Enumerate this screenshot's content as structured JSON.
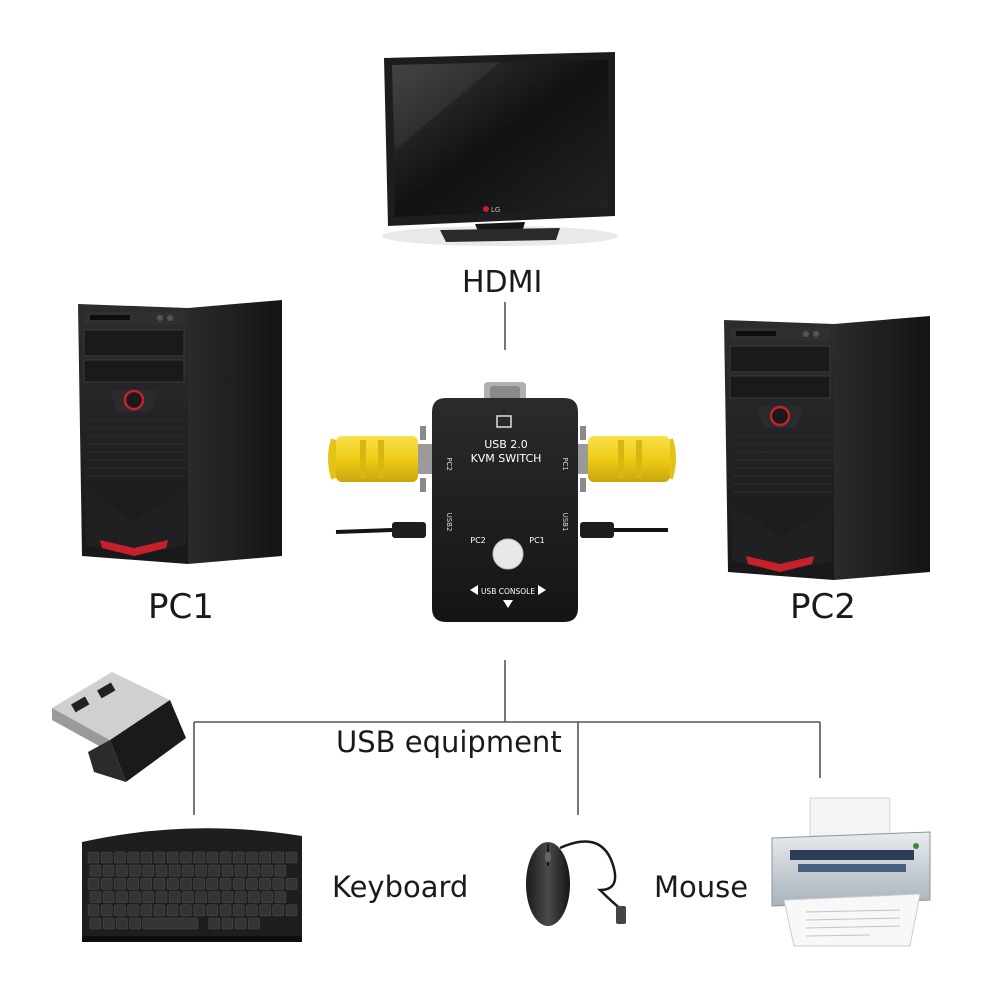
{
  "labels": {
    "hdmi": "HDMI",
    "pc1": "PC1",
    "pc2": "PC2",
    "usb_equipment": "USB equipment",
    "keyboard": "Keyboard",
    "mouse": "Mouse"
  },
  "kvm_switch": {
    "title_line1": "USB 2.0",
    "title_line2": "KVM SWITCH",
    "port_pc2": "PC2",
    "port_pc1": "PC1",
    "usb_console": "USB CONSOLE",
    "side_left": "PC2",
    "side_right": "PC1",
    "side_usb_left": "USB2",
    "side_usb_right": "USB1"
  },
  "monitor": {
    "brand": "LG"
  },
  "icons": [
    "monitor-icon",
    "pc-tower-icon",
    "kvm-switch-icon",
    "usb-dongle-icon",
    "keyboard-icon",
    "mouse-icon",
    "printer-icon"
  ],
  "colors": {
    "connector_yellow": "#f2d21c",
    "tower_body": "#1c1c1e",
    "tower_accent": "#c8202a",
    "line": "#555555"
  }
}
